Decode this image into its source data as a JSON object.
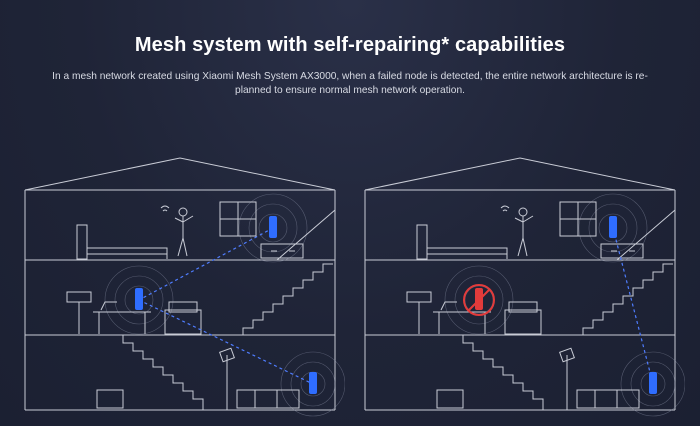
{
  "heading": "Mesh system with self-repairing* capabilities",
  "description": "In a mesh network created using Xiaomi Mesh System AX3000, when a failed node is detected, the entire network architecture is re-planned to ensure normal mesh network operation.",
  "colors": {
    "background": "#1f2437",
    "line": "#c9ccd6",
    "node": "#2f6dff",
    "node_failed": "#e23b3b",
    "link": "#4f7dff"
  },
  "scenes": [
    {
      "id": "normal",
      "failed_node": false
    },
    {
      "id": "self-repaired",
      "failed_node": true
    }
  ]
}
